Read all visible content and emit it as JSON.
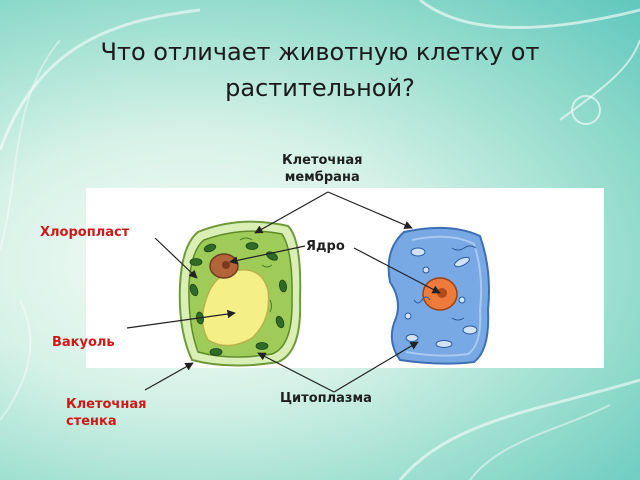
{
  "slide": {
    "title_line1": "Что отличает животную клетку от",
    "title_line2": "растительной?"
  },
  "labels": {
    "membrane_line1": "Клеточная",
    "membrane_line2": "мембрана",
    "chloroplast": "Хлоропласт",
    "nucleus": "Ядро",
    "vacuole": "Вакуоль",
    "cell_wall_line1": "Клеточная",
    "cell_wall_line2": "стенка",
    "cytoplasm": "Цитоплазма"
  },
  "colors": {
    "plant_cytoplasm": "#9fcc58",
    "plant_wall": "#d9efb5",
    "vacuole": "#f4ef86",
    "plant_nucleus": "#b4643a",
    "animal_cytoplasm": "#78a9e4",
    "animal_nucleus": "#ee7a3c",
    "red_label": "#d01818"
  }
}
